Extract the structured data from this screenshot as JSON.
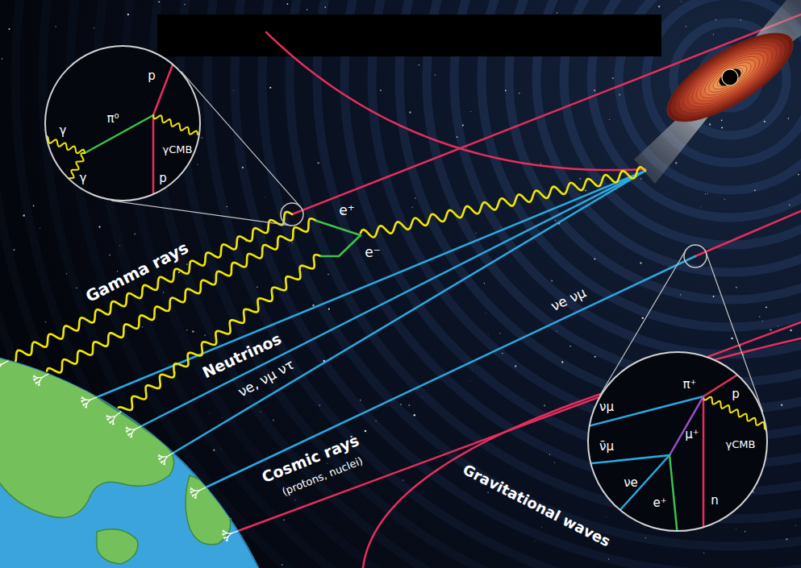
{
  "diagram": {
    "nodes": [
      {
        "text": [
          "p",
          "π⁰",
          "γ",
          "γ",
          "γCMB",
          "p"
        ]
      },
      {
        "text": [
          "p",
          "π⁺",
          "γCMB",
          "νμ",
          "μ⁺",
          "ν̄μ",
          "νe",
          "e⁺",
          "n"
        ]
      }
    ],
    "labels": [
      "Gamma rays",
      "e⁺",
      "e⁻",
      "νe νμ",
      "Neutrinos",
      "νe, νμ ντ",
      "Cosmic rays",
      "(protons, nuclei)",
      "Gravitational waves"
    ]
  }
}
